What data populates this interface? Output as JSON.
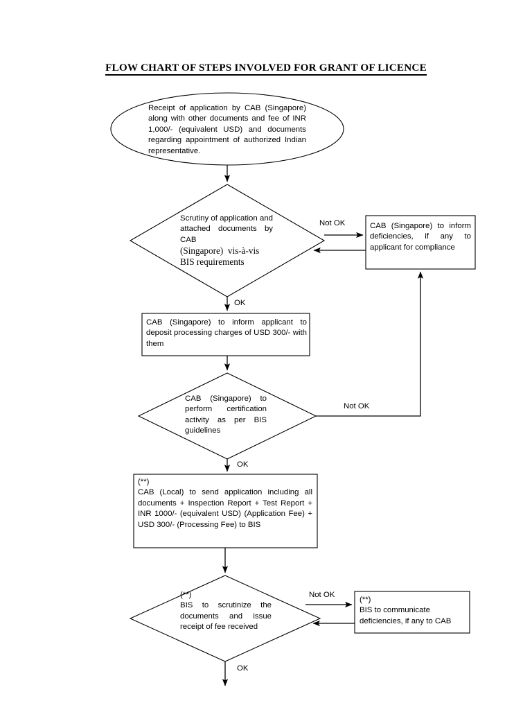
{
  "document": {
    "title": "FLOW CHART OF STEPS INVOLVED FOR GRANT OF LICENCE"
  },
  "chart_data": {
    "type": "diagram",
    "diagram_kind": "flowchart",
    "title": "FLOW CHART OF STEPS INVOLVED FOR GRANT OF LICENCE",
    "nodes": [
      {
        "id": "start",
        "shape": "ellipse",
        "text": "Receipt of application by CAB (Singapore) along with other documents and fee of INR 1,000/- (equivalent USD) and documents regarding appointment of authorized Indian representative."
      },
      {
        "id": "decision1",
        "shape": "diamond",
        "text": "Scrutiny of application and attached documents by CAB (Singapore) vis-à-vis BIS requirements"
      },
      {
        "id": "inform1",
        "shape": "rectangle",
        "text": "CAB (Singapore) to inform deficiencies, if any to applicant for compliance"
      },
      {
        "id": "process1",
        "shape": "rectangle",
        "text": "CAB (Singapore) to inform applicant to deposit processing charges of USD 300/- with them"
      },
      {
        "id": "decision2",
        "shape": "diamond",
        "text": "CAB (Singapore) to perform certification activity as per BIS guidelines"
      },
      {
        "id": "process2",
        "shape": "rectangle",
        "text": "(**)\nCAB (Local) to send application including all documents + Inspection Report + Test Report + INR 1000/- (equivalent USD) (Application Fee) + USD 300/- (Processing Fee) to BIS"
      },
      {
        "id": "decision3",
        "shape": "diamond",
        "text": "(**)\nBIS to scrutinize the documents and issue receipt of fee received"
      },
      {
        "id": "inform2",
        "shape": "rectangle",
        "text": "(**)\nBIS to communicate deficiencies, if any to CAB"
      }
    ],
    "edges": [
      {
        "from": "start",
        "to": "decision1",
        "label": ""
      },
      {
        "from": "decision1",
        "to": "inform1",
        "label": "Not OK"
      },
      {
        "from": "inform1",
        "to": "decision1",
        "label": ""
      },
      {
        "from": "decision1",
        "to": "process1",
        "label": "OK"
      },
      {
        "from": "process1",
        "to": "decision2",
        "label": ""
      },
      {
        "from": "decision2",
        "to": "inform1",
        "label": "Not OK"
      },
      {
        "from": "decision2",
        "to": "process2",
        "label": "OK"
      },
      {
        "from": "process2",
        "to": "decision3",
        "label": ""
      },
      {
        "from": "decision3",
        "to": "inform2",
        "label": "Not OK"
      },
      {
        "from": "inform2",
        "to": "decision3",
        "label": ""
      },
      {
        "from": "decision3",
        "to": "next-page",
        "label": "OK"
      }
    ]
  },
  "nodes": {
    "start": {
      "lines": [
        "Receipt of application by CAB",
        "(Singapore) along with other documents",
        "and fee of INR 1,000/- (equivalent USD)",
        "and documents regarding appointment",
        "of authorized Indian representative."
      ]
    },
    "decision1": {
      "lines": [
        "Scrutiny of application",
        "and attached",
        "documents by CAB",
        "(Singapore)  vis-à-vis",
        "BIS requirements"
      ]
    },
    "inform1": {
      "lines": [
        "CAB (Singapore) to",
        "inform deficiencies, if",
        "any to applicant for",
        "compliance"
      ]
    },
    "process1": {
      "lines": [
        "CAB (Singapore) to inform applicant to",
        "deposit processing charges of USD",
        "300/- with them"
      ]
    },
    "decision2": {
      "lines": [
        "CAB (Singapore) to",
        "perform certification",
        "activity as per BIS",
        "guidelines"
      ]
    },
    "process2": {
      "lines": [
        "(**)",
        "CAB (Local) to send application including",
        "all documents + Inspection Report + Test",
        "Report + INR 1000/- (equivalent USD)",
        "(Application Fee) + USD 300/- (Processing",
        "Fee) to BIS"
      ]
    },
    "decision3": {
      "lines": [
        "(**)",
        "BIS to scrutinize the",
        "documents and issue",
        "receipt of fee received"
      ]
    },
    "inform2": {
      "lines": [
        "(**)",
        "BIS to communicate",
        "deficiencies, if any to CAB"
      ]
    }
  },
  "edge_labels": {
    "not_ok_1": "Not OK",
    "ok_1": "OK",
    "not_ok_2": "Not OK",
    "ok_2": "OK",
    "not_ok_3": "Not OK",
    "ok_3": "OK"
  },
  "colors": {
    "stroke": "#000000",
    "background": "#ffffff",
    "text": "#000000"
  }
}
